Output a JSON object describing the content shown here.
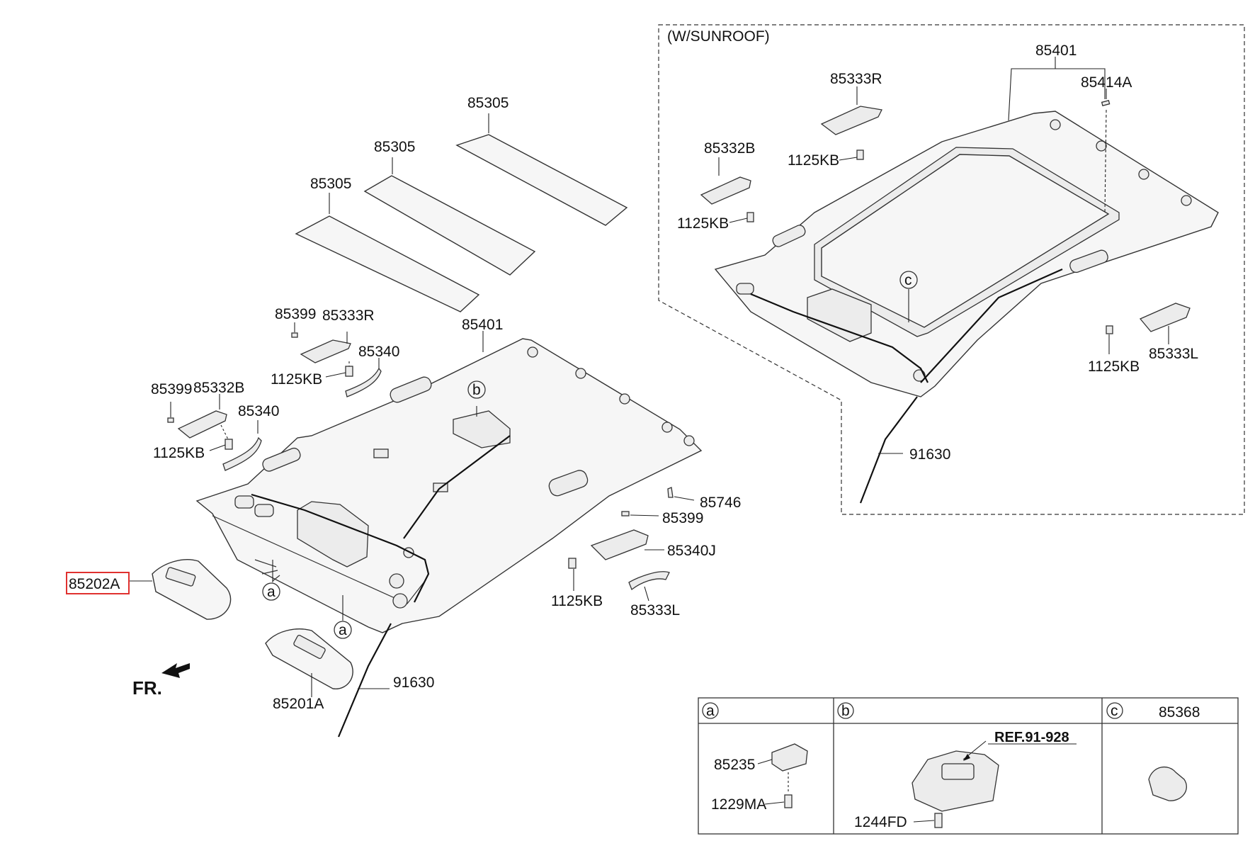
{
  "labels": {
    "sunroof_title": "(W/SUNROOF)",
    "roof_pad_a": "85305",
    "roof_pad_b": "85305",
    "roof_pad_c": "85305",
    "headlining_main": "85401",
    "headlining_sunroof": "85401",
    "sunroof_85414A": "85414A",
    "sunroof_85333R": "85333R",
    "sunroof_85332B": "85332B",
    "sunroof_1125KB_a": "1125KB",
    "sunroof_1125KB_b": "1125KB",
    "sunroof_1125KB_c": "1125KB",
    "sunroof_85333L": "85333L",
    "sunroof_wiring": "91630",
    "main_85399_top": "85399",
    "main_85333R": "85333R",
    "main_85340_top": "85340",
    "main_1125KB_top": "1125KB",
    "main_85399_mid": "85399",
    "main_85332B": "85332B",
    "main_85340_mid": "85340",
    "main_1125KB_mid": "1125KB",
    "main_85746": "85746",
    "main_85399_right": "85399",
    "main_85340J": "85340J",
    "main_1125KB_right": "1125KB",
    "main_85333L": "85333L",
    "visor_rh": "85202A",
    "visor_lh": "85201A",
    "main_wiring": "91630",
    "front_indicator": "FR.",
    "callout_a1": "a",
    "callout_a2": "a",
    "callout_b": "b",
    "callout_c": "c"
  },
  "table": {
    "col_a_letter": "a",
    "col_b_letter": "b",
    "col_c_letter": "c",
    "col_c_part": "85368",
    "a_part1": "85235",
    "a_part2": "1229MA",
    "b_ref": "REF.91-928",
    "b_part": "1244FD"
  },
  "highlight_color": "#e0312f"
}
